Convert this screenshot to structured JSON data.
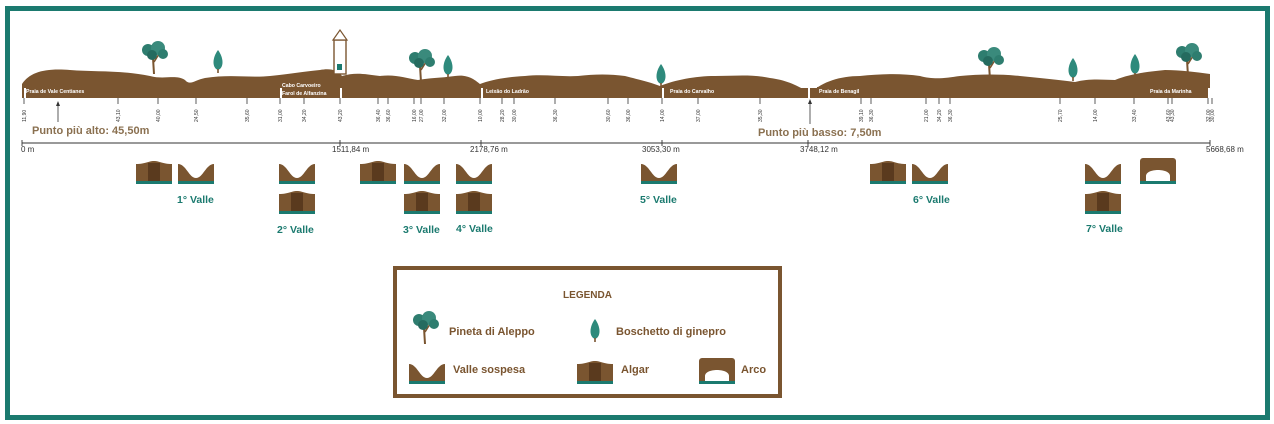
{
  "colors": {
    "frame": "#1b7a6f",
    "terrain": "#7a5530",
    "accent_text": "#1b7a6f",
    "label_brown": "#8a7050",
    "water_green": "#1b7a6f"
  },
  "beaches": [
    "Praia de Vale Centianes",
    "Cabo Carvoeiro",
    "Farol de Alfanzina",
    "Leixão do Ladrão",
    "Praia do Carvalho",
    "Praia de Benagil",
    "Praia da Marinha"
  ],
  "elevations": [
    "11,90",
    "43,10",
    "40,00",
    "24,50",
    "35,60",
    "31,00",
    "34,20",
    "43,20",
    "36,40",
    "36,60",
    "16,00",
    "27,00",
    "32,00",
    "10,00",
    "28,20",
    "30,00",
    "36,30",
    "30,60",
    "36,00",
    "14,00",
    "37,00",
    "35,30",
    "39,10",
    "36,30",
    "21,00",
    "34,20",
    "36,30",
    "25,70",
    "14,00",
    "33,40",
    "43,60",
    "43,30",
    "32,00",
    "30,00"
  ],
  "highest_point": "Punto più alto: 45,50m",
  "lowest_point": "Punto più basso: 7,50m",
  "distances": [
    "0 m",
    "1511,84 m",
    "2178,76 m",
    "3053,30 m",
    "3748,12 m",
    "5668,68 m"
  ],
  "valleys": [
    "1° Valle",
    "2° Valle",
    "3° Valle",
    "4° Valle",
    "5° Valle",
    "6° Valle",
    "7° Valle"
  ],
  "legend": {
    "title": "LEGENDA",
    "items": [
      "Pineta di Aleppo",
      "Boschetto di ginepro",
      "Valle sospesa",
      "Algar",
      "Arco"
    ]
  }
}
